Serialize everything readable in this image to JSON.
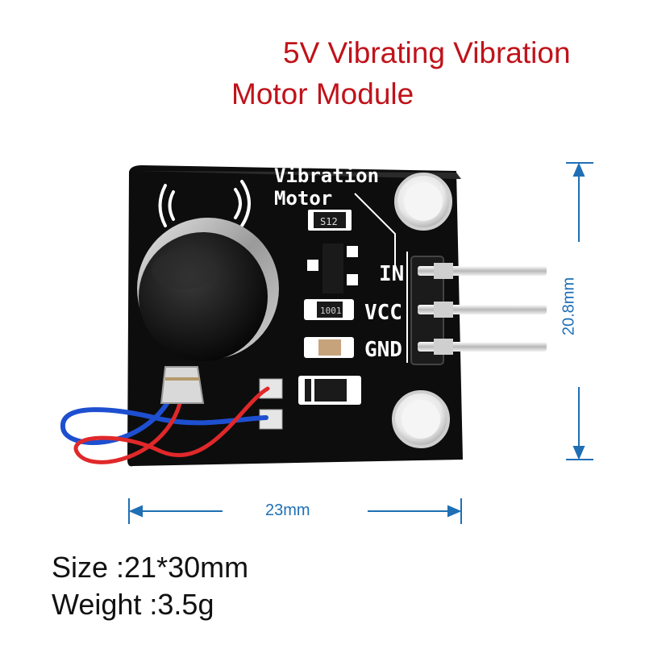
{
  "title_line1": "5V Vibrating Vibration",
  "title_line2": "Motor Module",
  "board": {
    "silkscreen_line1": "Vibration",
    "silkscreen_line2": "Motor",
    "pins": [
      "IN",
      "VCC",
      "GND"
    ],
    "ic_marking": "S12",
    "resistor_marking": "1001"
  },
  "dimensions": {
    "width": "23mm",
    "height": "20.8mm"
  },
  "specs": {
    "size": "Size :21*30mm",
    "weight": "Weight :3.5g"
  },
  "colors": {
    "title": "#c0121a",
    "dimension": "#1f6fb5",
    "board": "#111111"
  }
}
